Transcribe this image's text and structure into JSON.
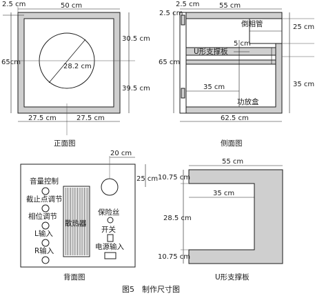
{
  "front_view": {
    "title": "正面图",
    "width": "50 cm",
    "height": "65cm",
    "wall": "2.5 cm",
    "diameter": "28.2 cm",
    "upper": "30.5 cm",
    "lower": "39.5 cm",
    "left_half": "27.5 cm",
    "right_half": "27.5 cm"
  },
  "side_view": {
    "title": "侧面图",
    "wall": "2.5 cm",
    "top_width": "55 cm",
    "height": "65 cm",
    "bass_tube": "倒相管",
    "tube_height": "25 cm",
    "u_brace": "U形支撑板",
    "gap": "5 cm",
    "inner_length": "35 cm",
    "amp_box": "功放盒",
    "amp_height": "35 cm",
    "depth": "62.5 cm"
  },
  "back_view": {
    "title": "背面图",
    "volume": "音量控制",
    "cutoff": "截止点调节",
    "phase": "相位调节",
    "l_in": "L输入",
    "r_in": "R输入",
    "heatsink": "散热器",
    "fuse": "保险丝",
    "switch": "开关",
    "power_in": "电源输入",
    "hole_offset": "20 cm",
    "hole_height": "25 cm"
  },
  "u_brace_view": {
    "title": "U形支撑板",
    "width": "55 cm",
    "top_arm": "10.75 cm",
    "bottom_arm": "10.75 cm",
    "gap_height": "28.5 cm",
    "inner_length": "35 cm"
  },
  "caption": "图5　制作尺寸图"
}
